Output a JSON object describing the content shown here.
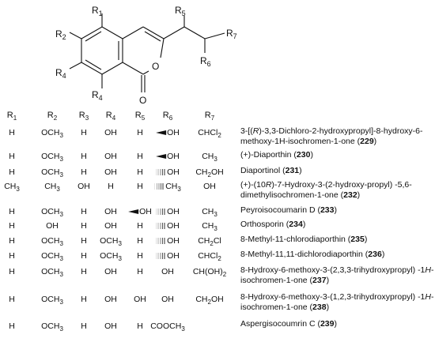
{
  "structure": {
    "substituents": {
      "r1": "R",
      "r1_sub": "1",
      "r2": "R",
      "r2_sub": "2",
      "r4a": "R",
      "r4a_sub": "4",
      "r4b": "R",
      "r4b_sub": "4",
      "r5": "R",
      "r5_sub": "5",
      "r6": "R",
      "r6_sub": "6",
      "r7": "R",
      "r7_sub": "7",
      "o_ring": "O",
      "o_carbonyl": "O"
    }
  },
  "table": {
    "headers": [
      {
        "base": "R",
        "sub": "1"
      },
      {
        "base": "R",
        "sub": "2"
      },
      {
        "base": "R",
        "sub": "3"
      },
      {
        "base": "R",
        "sub": "4"
      },
      {
        "base": "R",
        "sub": "5"
      },
      {
        "base": "R",
        "sub": "6"
      },
      {
        "base": "R",
        "sub": "7"
      }
    ],
    "rows": [
      {
        "r1": "H",
        "r2": "OCH3",
        "r3": "H",
        "r4": "OH",
        "r5": "H",
        "r6": "OH",
        "r6_stereo": "wedge",
        "r7": "CHCl2",
        "name_parts": [
          [
            "3-[(",
            ""
          ],
          [
            "R",
            "i"
          ],
          [
            ")-3,3-Dichloro-2-hydroxypropyl]-8-hydroxy-6-methoxy-1H-isochromen-1-one (",
            ""
          ],
          [
            "229",
            "b"
          ],
          [
            ")",
            ""
          ]
        ]
      },
      {
        "r1": "H",
        "r2": "OCH3",
        "r3": "H",
        "r4": "OH",
        "r5": "H",
        "r6": "OH",
        "r6_stereo": "wedge",
        "r7": "CH3",
        "name_parts": [
          [
            "(+)-Diaporthin (",
            ""
          ],
          [
            "230",
            "b"
          ],
          [
            ")",
            ""
          ]
        ]
      },
      {
        "r1": "H",
        "r2": "OCH3",
        "r3": "H",
        "r4": "OH",
        "r5": "H",
        "r6": "OH",
        "r6_stereo": "hash",
        "r7": "CH2OH",
        "name_parts": [
          [
            "Diaportinol (",
            ""
          ],
          [
            "231",
            "b"
          ],
          [
            ")",
            ""
          ]
        ]
      },
      {
        "r1": "CH3",
        "r2": "CH3",
        "r3": "OH",
        "r4": "H",
        "r5": "H",
        "r6": "CH3",
        "r6_stereo": "hash",
        "r7": "OH",
        "name_parts": [
          [
            "(+)-(10",
            ""
          ],
          [
            "R",
            "i"
          ],
          [
            ")-7-Hydroxy-3-(2-hydroxy-propyl) -5,6- dimethylisochromen-1-one (",
            ""
          ],
          [
            "232",
            "b"
          ],
          [
            ")",
            ""
          ]
        ]
      },
      {
        "r1": "H",
        "r2": "OCH3",
        "r3": "H",
        "r4": "OH",
        "r5": "OH",
        "r5_stereo": "wedge",
        "r6": "OH",
        "r6_stereo": "hash",
        "r7": "CH3",
        "name_parts": [
          [
            "Peyroisocoumarin D (",
            ""
          ],
          [
            "233",
            "b"
          ],
          [
            ")",
            ""
          ]
        ]
      },
      {
        "r1": "H",
        "r2": "OH",
        "r3": "H",
        "r4": "OH",
        "r5": "H",
        "r6": "OH",
        "r6_stereo": "hash",
        "r7": "CH3",
        "name_parts": [
          [
            "Orthosporin (",
            ""
          ],
          [
            "234",
            "b"
          ],
          [
            ")",
            ""
          ]
        ]
      },
      {
        "r1": "H",
        "r2": "OCH3",
        "r3": "H",
        "r4": "OCH3",
        "r5": "H",
        "r6": "OH",
        "r6_stereo": "hash",
        "r7": "CH2Cl",
        "name_parts": [
          [
            "8-Methyl-11-chlorodiaporthin (",
            ""
          ],
          [
            "235",
            "b"
          ],
          [
            ")",
            ""
          ]
        ]
      },
      {
        "r1": "H",
        "r2": "OCH3",
        "r3": "H",
        "r4": "OCH3",
        "r5": "H",
        "r6": "OH",
        "r6_stereo": "hash",
        "r7": "CHCl2",
        "name_parts": [
          [
            "8-Methyl-11,11-dichlorodiaporthin (",
            ""
          ],
          [
            "236",
            "b"
          ],
          [
            ")",
            ""
          ]
        ]
      },
      {
        "r1": "H",
        "r2": "OCH3",
        "r3": "H",
        "r4": "OH",
        "r5": "H",
        "r6": "OH",
        "r7": "CH(OH)2",
        "name_parts": [
          [
            "8-Hydroxy-6-methoxy-3-(2,3,3-trihydroxypropyl) -1",
            ""
          ],
          [
            "H",
            "i"
          ],
          [
            "-isochromen-1-one (",
            ""
          ],
          [
            "237",
            "b"
          ],
          [
            ")",
            ""
          ]
        ]
      },
      {
        "r1": "H",
        "r2": "OCH3",
        "r3": "H",
        "r4": "OH",
        "r5": "OH",
        "r6": "OH",
        "r7": "CH2OH",
        "name_parts": [
          [
            "8-Hydroxy-6-methoxy-3-(1,2,3-trihydroxypropyl) -1",
            ""
          ],
          [
            "H",
            "i"
          ],
          [
            "-isochromen-1-one (",
            ""
          ],
          [
            "238",
            "b"
          ],
          [
            ")",
            ""
          ]
        ]
      },
      {
        "r1": "H",
        "r2": "OCH3",
        "r3": "H",
        "r4": "OH",
        "r5": "H",
        "r6": "COOCH3",
        "r7": "",
        "name_parts": [
          [
            "Aspergisocoumrin C (",
            ""
          ],
          [
            "239",
            "b"
          ],
          [
            ")",
            ""
          ]
        ]
      }
    ]
  }
}
